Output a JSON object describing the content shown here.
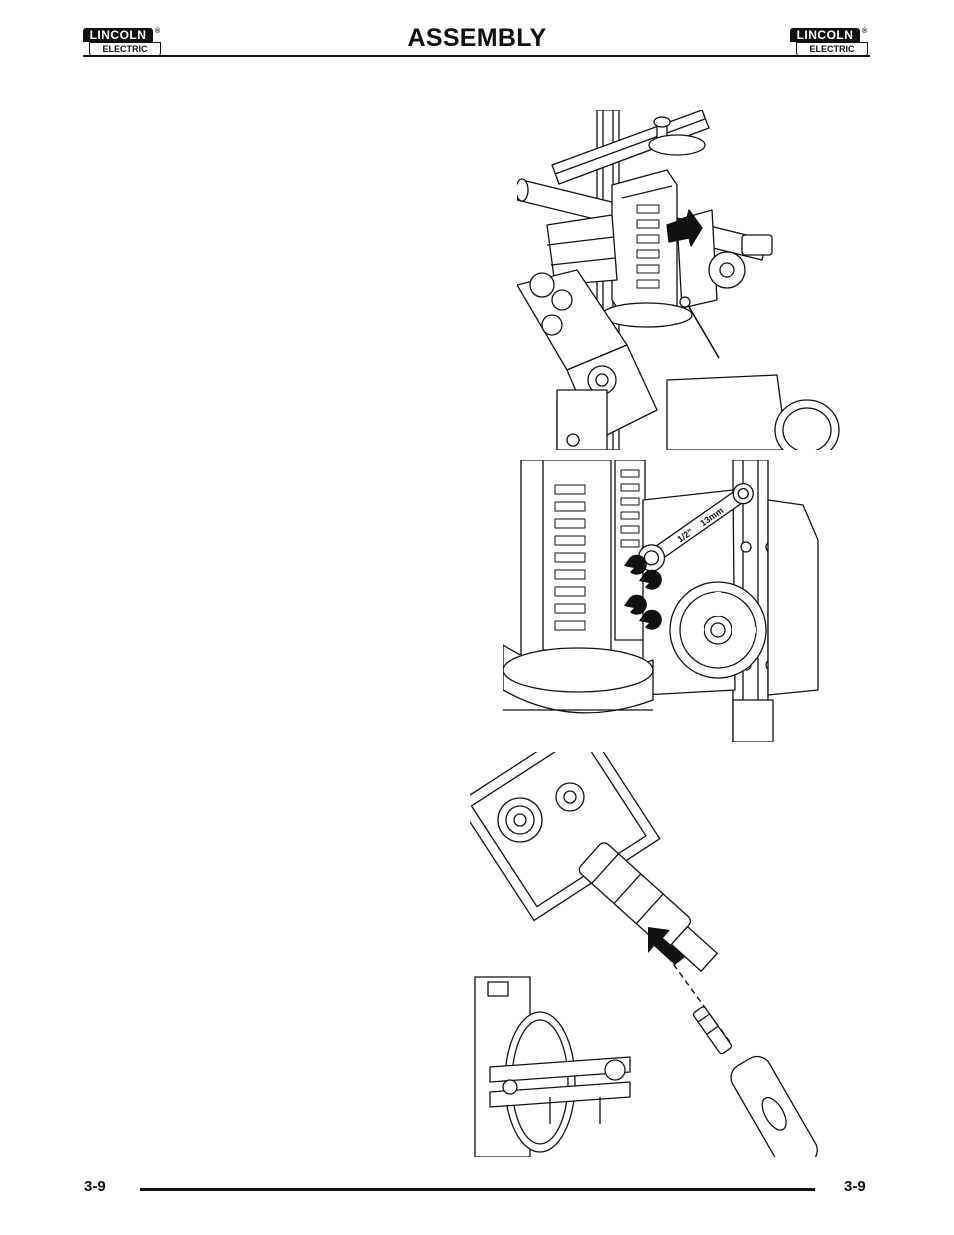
{
  "header": {
    "title": "ASSEMBLY",
    "logo": {
      "line1": "LINCOLN",
      "line2": "ELECTRIC",
      "reg": "®"
    }
  },
  "figures": {
    "wrench_label_1": "1/2\"",
    "wrench_label_2": "13mm"
  },
  "footer": {
    "page_left": "3-9",
    "page_right": "3-9"
  },
  "colors": {
    "ink": "#111111",
    "paper": "#ffffff"
  }
}
